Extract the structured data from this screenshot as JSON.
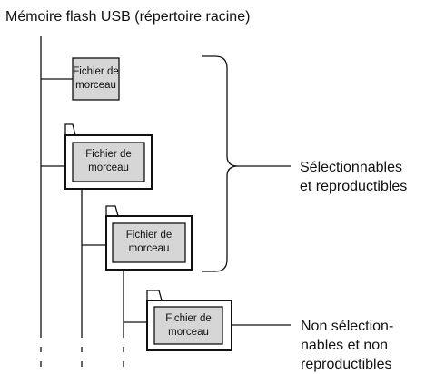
{
  "root": {
    "label": "Mémoire flash USB (répertoire racine)"
  },
  "file": {
    "line1": "Fichier de",
    "line2": "morceau"
  },
  "groups": {
    "selectable": {
      "line1": "Sélectionnables",
      "line2": "et reproductibles"
    },
    "non_selectable": {
      "line1": "Non sélection-",
      "line2": "nables et non",
      "line3": "reproductibles"
    }
  },
  "colors": {
    "line": "#111111",
    "file_fill": "#d6d6d6",
    "background": "#ffffff"
  },
  "icons": {
    "folder": "folder-icon",
    "file": "file-icon"
  }
}
